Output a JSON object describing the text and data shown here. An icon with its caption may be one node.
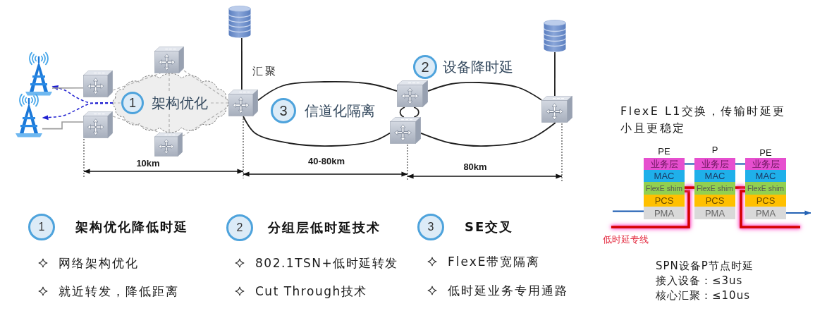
{
  "diagram": {
    "nodes": [
      {
        "text": [],
        "shape": "picture"
      },
      {
        "text": [],
        "shape": "picture"
      },
      {
        "text": [],
        "shape": "cloud"
      },
      {
        "text": [],
        "shape": "picture"
      },
      {
        "text": [],
        "shape": "picture"
      },
      {
        "text": [],
        "shape": "picture"
      },
      {
        "text": [],
        "shape": "picture"
      },
      {
        "text": [
          "1"
        ],
        "beside": [
          "架构优化"
        ],
        "in": 2
      },
      {
        "text": [],
        "shape": "cylinder"
      },
      {
        "text": [],
        "shape": "picture",
        "beside": [
          "汇聚"
        ]
      },
      {
        "text": [
          "3"
        ],
        "beside": [
          "信道化隔离"
        ]
      },
      {
        "text": [
          "2"
        ],
        "beside": [
          "设备降时延"
        ]
      },
      {
        "text": [],
        "shape": "picture"
      },
      {
        "text": [],
        "shape": "picture"
      },
      {
        "text": [],
        "shape": "cylinder"
      },
      {
        "text": [],
        "shape": "picture"
      },
      {
        "text": [
          "1"
        ],
        "beside": [
          "架构优化降低时延"
        ]
      },
      {
        "text": [
          "2"
        ],
        "beside": [
          "分组层低时延技术"
        ]
      },
      {
        "text": [
          "3"
        ],
        "beside": [
          "SE交叉"
        ]
      },
      {
        "text": [
          "业务层"
        ]
      },
      {
        "text": [
          "MAC"
        ]
      },
      {
        "text": [
          "FlexE shim"
        ]
      },
      {
        "text": [
          "PCS"
        ]
      },
      {
        "text": [
          "PMA"
        ]
      },
      {
        "text": [
          "业务层"
        ]
      },
      {
        "text": [
          "MAC"
        ]
      },
      {
        "text": [
          "FlexE shim"
        ]
      },
      {
        "text": [
          "PCS"
        ]
      },
      {
        "text": [
          "PMA"
        ]
      },
      {
        "text": [
          "业务层"
        ]
      },
      {
        "text": [
          "MAC"
        ]
      },
      {
        "text": [
          "FlexE shim"
        ]
      },
      {
        "text": [
          "PCS"
        ]
      },
      {
        "text": [
          "PMA"
        ]
      }
    ],
    "edges": [
      {
        "from": 2,
        "to": 0,
        "arrow": "to",
        "style": "dashed",
        "color": "#1f1fd1"
      },
      {
        "from": 2,
        "to": 1,
        "arrow": "to",
        "style": "dashed",
        "color": "#1f1fd1"
      },
      {
        "from": 0,
        "to": 3,
        "arrow": "none",
        "color": "#9c9c9c"
      },
      {
        "from": 1,
        "to": 4,
        "arrow": "none",
        "color": "#9c9c9c"
      },
      {
        "from": 3,
        "to": 5,
        "arrow": "none",
        "style": "dashed",
        "color": "#b0b0b0"
      },
      {
        "from": 4,
        "to": 6,
        "arrow": "none",
        "style": "dashed",
        "color": "#b0b0b0"
      },
      {
        "from": 5,
        "to": 9,
        "arrow": "none",
        "style": "dashed",
        "color": "#b0b0b0"
      },
      {
        "from": 6,
        "to": 9,
        "arrow": "none",
        "style": "dashed",
        "color": "#b0b0b0"
      },
      {
        "from": 2,
        "to": 7,
        "arrow": "none",
        "style": "dashed",
        "color": "#b0b0b0"
      },
      {
        "from": 7,
        "to": 9,
        "arrow": "none",
        "style": "dashed",
        "color": "#b0b0b0"
      },
      {
        "from": 5,
        "to": 7,
        "arrow": "none",
        "style": "dashed",
        "color": "#b0b0b0"
      },
      {
        "from": 7,
        "to": 6,
        "arrow": "none",
        "style": "dashed",
        "color": "#b0b0b0"
      },
      {
        "from": 8,
        "to": 9,
        "arrow": "none",
        "color": "#1e1e1e"
      },
      {
        "from": 9,
        "to": 12,
        "arrow": "none",
        "color": "#1e1e1e"
      },
      {
        "from": 9,
        "to": 13,
        "arrow": "none",
        "color": "#1e1e1e"
      },
      {
        "from": 12,
        "to": 13,
        "arrow": "none",
        "color": "#1e1e1e"
      },
      {
        "from": 12,
        "to": 13,
        "arrow": "none",
        "color": "#1e1e1e"
      },
      {
        "from": 12,
        "to": 15,
        "arrow": "none",
        "color": "#1e1e1e"
      },
      {
        "from": 13,
        "to": 15,
        "arrow": "none",
        "color": "#1e1e1e"
      },
      {
        "from": 14,
        "to": 15,
        "arrow": "none",
        "color": "#1e1e1e"
      },
      {
        "from": 19,
        "to": 24,
        "arrow": "none",
        "color": "#2563b5"
      },
      {
        "from": 24,
        "to": 29,
        "arrow": "none",
        "color": "#2563b5"
      },
      {
        "from": null,
        "to": 23,
        "arrow": "none",
        "color": "#2563b5"
      },
      {
        "from": 33,
        "to": null,
        "arrow": "to",
        "color": "#2563b5"
      },
      {
        "from": null,
        "to": 21,
        "arrow": "none",
        "style": "thick",
        "color": "#d40000"
      },
      {
        "from": 21,
        "to": 26,
        "arrow": "none",
        "style": "thick",
        "color": "#d40000"
      },
      {
        "from": 26,
        "to": 31,
        "arrow": "none",
        "style": "thick",
        "color": "#d40000"
      },
      {
        "from": 31,
        "to": null,
        "arrow": "none",
        "style": "thick",
        "color": "#d40000"
      }
    ],
    "labels": [
      "10km",
      "40-80km",
      "80km",
      "FlexE L1交换，传输时延更小且更稳定",
      "PE",
      "P",
      "PE",
      "低时延专线",
      "网络架构优化",
      "就近转发，降低距离",
      "802.1TSN+低时延转发",
      "Cut Through技术",
      "FlexE带宽隔离",
      "低时延业务专用通路",
      "SPN设备P节点时延",
      "接入设备：≤3us",
      "核心汇聚：≤10us"
    ]
  }
}
